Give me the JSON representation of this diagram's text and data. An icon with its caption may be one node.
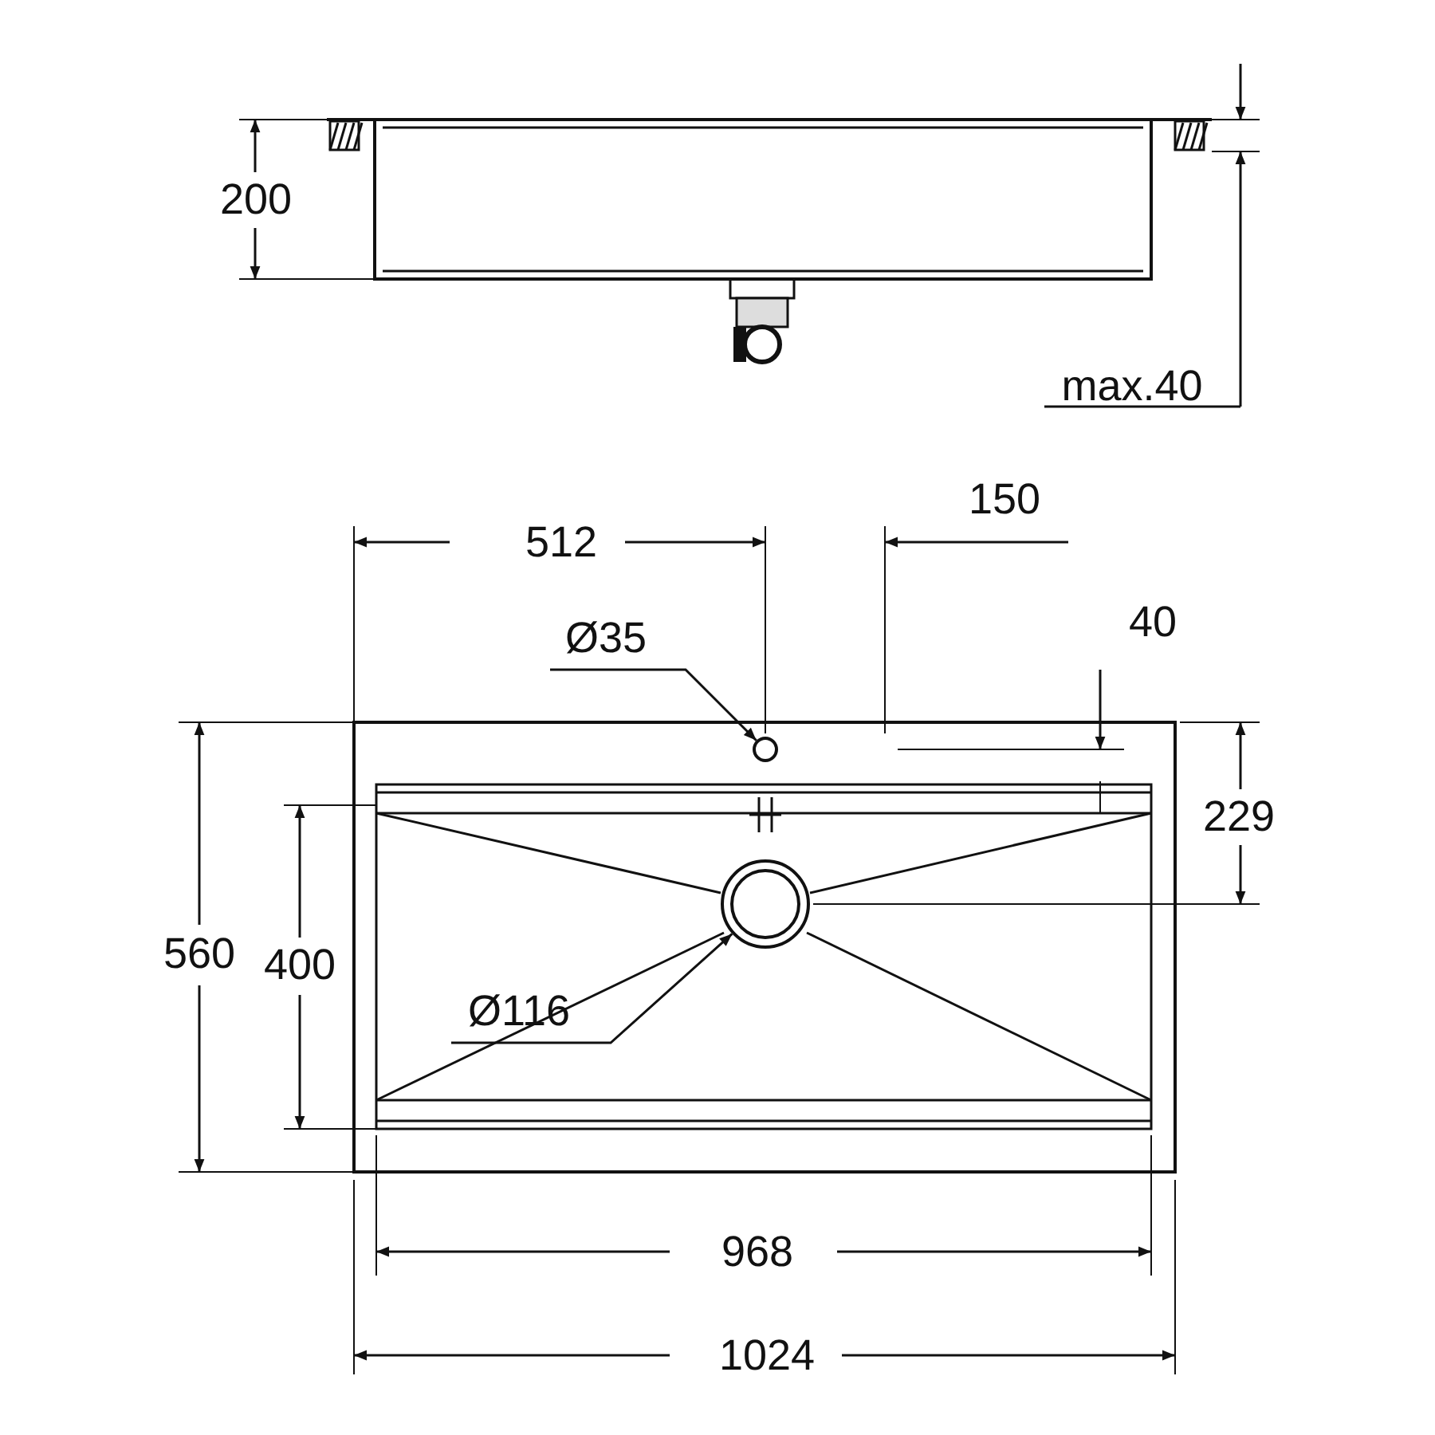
{
  "diagram": {
    "nodes": [
      {
        "text": [
          "Ø35"
        ]
      },
      {
        "text": [],
        "shape": "circle"
      },
      {
        "text": [
          "Ø116"
        ]
      },
      {
        "text": [],
        "shape": "circle"
      }
    ],
    "edges": [
      {
        "from": 0,
        "to": 1,
        "arrow": "to"
      },
      {
        "from": 2,
        "to": 3,
        "arrow": "to"
      }
    ],
    "labels": [
      "200",
      "max.40",
      "512",
      "150",
      "40",
      "229",
      "560",
      "400",
      "968",
      "1024"
    ]
  }
}
